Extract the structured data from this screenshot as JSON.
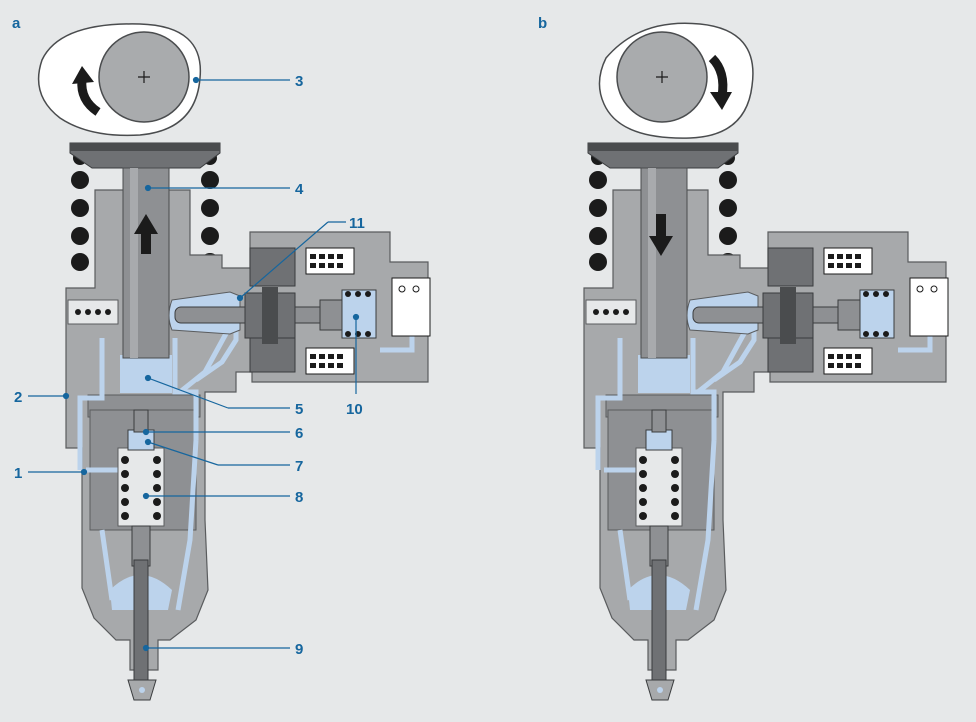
{
  "panels": [
    {
      "id": "a",
      "label": "a"
    },
    {
      "id": "b",
      "label": "b"
    }
  ],
  "callouts": [
    "1",
    "2",
    "3",
    "4",
    "5",
    "6",
    "7",
    "8",
    "9",
    "10",
    "11"
  ],
  "colors": {
    "background": "#e6e8e9",
    "housing": "#a7a9ab",
    "metal": "#8e9093",
    "dark_metal": "#4a4c4e",
    "fuel": "#bcd3ec",
    "label_blue": "#16669e",
    "cam": "#ffffff",
    "black": "#1b1b1b"
  },
  "icons": {
    "cam_rotation_a": "counterclockwise-arrow-icon",
    "cam_rotation_b": "clockwise-arrow-icon",
    "plunger_a": "up-arrow-icon",
    "plunger_b": "down-arrow-icon"
  }
}
